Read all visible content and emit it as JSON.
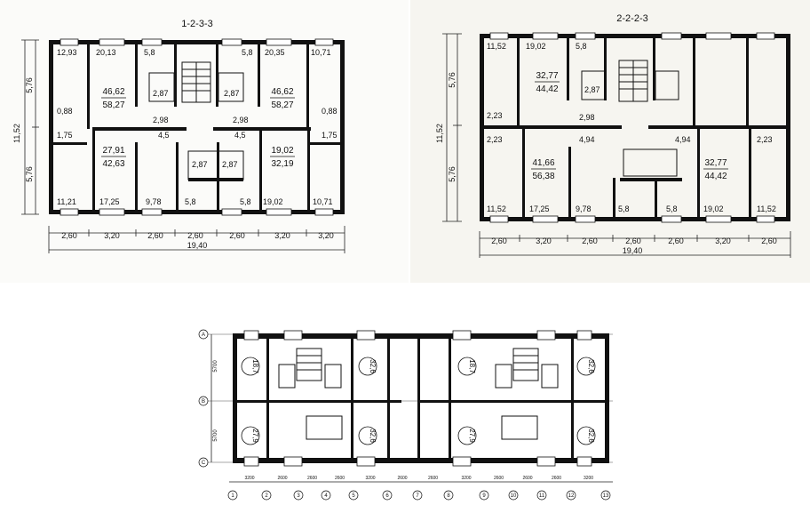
{
  "plan_a": {
    "title": "1-2-3-3",
    "rooms": [
      "12,93",
      "20,13",
      "5,8",
      "5,8",
      "20,35",
      "10,71",
      "2,87",
      "2,87",
      "0,88",
      "0,88",
      "1,75",
      "1,75",
      "2,98",
      "2,98",
      "4,5",
      "4,5",
      "2,87",
      "2,87",
      "11,21",
      "17,25",
      "9,78",
      "5,8",
      "5,8",
      "19,02",
      "10,71"
    ],
    "apartments": [
      {
        "living": "46,62",
        "total": "58,27"
      },
      {
        "living": "46,62",
        "total": "58,27"
      },
      {
        "living": "27,91",
        "total": "42,63"
      },
      {
        "living": "19,02",
        "total": "32,19"
      }
    ],
    "side_dims": [
      "11,52",
      "5,76",
      "5,76"
    ],
    "bottom_dims": [
      "2,60",
      "3,20",
      "2,60",
      "2,60",
      "2,60",
      "3,20",
      "3,20"
    ],
    "total": "19,40"
  },
  "plan_b": {
    "title": "2-2-2-3",
    "rooms": [
      "11,52",
      "19,02",
      "5,8",
      "2,87",
      "2,23",
      "2,98",
      "2,23",
      "4,94",
      "4,94",
      "2,23",
      "11,52",
      "17,25",
      "9,78",
      "5,8",
      "5,8",
      "19,02",
      "11,52"
    ],
    "apartments": [
      {
        "living": "32,77",
        "total": "44,42"
      },
      {
        "living": "41,66",
        "total": "56,38"
      },
      {
        "living": "32,77",
        "total": "44,42"
      }
    ],
    "side_dims": [
      "11,52",
      "5,76",
      "5,76"
    ],
    "bottom_dims": [
      "2,60",
      "3,20",
      "2,60",
      "2,60",
      "2,60",
      "3,20",
      "2,60"
    ],
    "total": "19,40"
  },
  "plan_c": {
    "rooms": [
      "18,7",
      "32,6",
      "18,7",
      "32,6",
      "27,9",
      "32,6",
      "27,9",
      "32,6"
    ],
    "row_labels": [
      "A",
      "B",
      "C"
    ],
    "side_dims": [
      "5700",
      "5700"
    ],
    "col_numbers": [
      "1",
      "2",
      "3",
      "4",
      "5",
      "6",
      "7",
      "8",
      "9",
      "10",
      "11",
      "12",
      "13"
    ],
    "col_dims": [
      "3200",
      "2600",
      "2600",
      "2600",
      "3200",
      "2600",
      "2600",
      "3200",
      "2600",
      "2600",
      "2600",
      "3200"
    ]
  }
}
